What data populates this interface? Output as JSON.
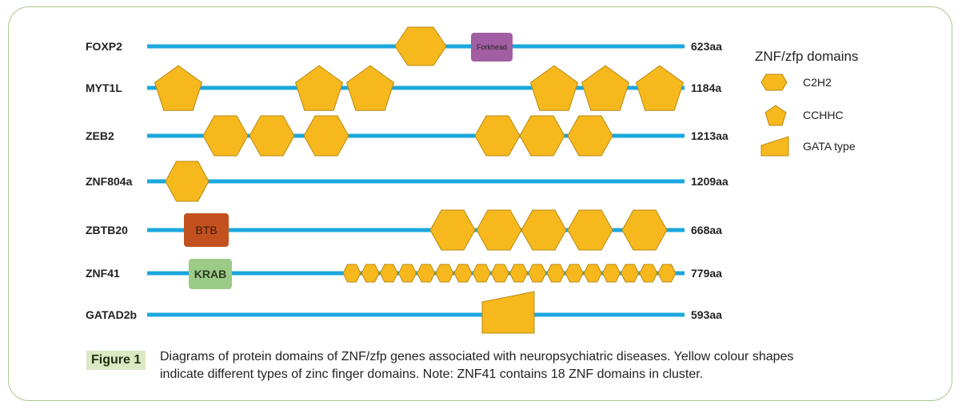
{
  "figure": {
    "label": "Figure 1",
    "caption_line1": "Diagrams of protein domains of ZNF/zfp genes associated with neuropsychiatric diseases. Yellow colour shapes",
    "caption_line2": "indicate different types of zinc finger domains. Note: ZNF41 contains 18 ZNF domains in cluster."
  },
  "legend": {
    "title": "ZNF/zfp domains",
    "items": [
      {
        "label": "C2H2",
        "shape": "hexagon"
      },
      {
        "label": "CCHHC",
        "shape": "pentagon"
      },
      {
        "label": "GATA type",
        "shape": "trapezoid"
      }
    ]
  },
  "colors": {
    "backbone": "#1aa7dd",
    "zinc_finger": "#f7b81e",
    "zinc_finger_stroke": "#b88a10",
    "forkhead": "#a25ea2",
    "btb": "#c3501f",
    "krab": "#9ccb88",
    "frame": "#a9c98a",
    "caption_label_bg": "#dbe8c4"
  },
  "proteins": [
    {
      "name": "FOXP2",
      "length": "623aa",
      "domains": [
        {
          "type": "C2H2",
          "count": 1
        },
        {
          "type": "label",
          "text": "Forkhead"
        }
      ]
    },
    {
      "name": "MYT1L",
      "length": "1184a",
      "domains": [
        {
          "type": "CCHHC",
          "count": 6
        }
      ]
    },
    {
      "name": "ZEB2",
      "length": "1213aa",
      "domains": [
        {
          "type": "C2H2",
          "count": 6
        }
      ]
    },
    {
      "name": "ZNF804a",
      "length": "1209aa",
      "domains": [
        {
          "type": "C2H2",
          "count": 1
        }
      ]
    },
    {
      "name": "ZBTB20",
      "length": "668aa",
      "domains": [
        {
          "type": "label",
          "text": "BTB"
        },
        {
          "type": "C2H2",
          "count": 5
        }
      ]
    },
    {
      "name": "ZNF41",
      "length": "779aa",
      "domains": [
        {
          "type": "label",
          "text": "KRAB"
        },
        {
          "type": "C2H2",
          "count": 18
        }
      ]
    },
    {
      "name": "GATAD2b",
      "length": "593aa",
      "domains": [
        {
          "type": "GATA type",
          "count": 1
        }
      ]
    }
  ]
}
